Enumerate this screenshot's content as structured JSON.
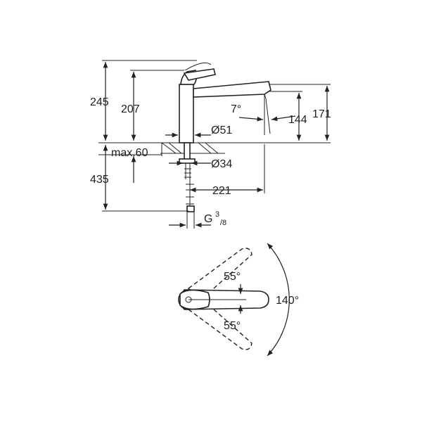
{
  "side_view": {
    "dim_245": "245",
    "dim_207": "207",
    "dim_7deg": "7°",
    "dim_d51": "Ø51",
    "dim_144": "144",
    "dim_171": "171",
    "dim_max60": "max.60",
    "dim_d34": "Ø34",
    "dim_435": "435",
    "dim_221": "221",
    "thread_g": "G",
    "thread_sup": "3",
    "thread_sub": "/8"
  },
  "top_view": {
    "angle_upper": "55°",
    "angle_lower": "55°",
    "angle_total": "140°"
  }
}
